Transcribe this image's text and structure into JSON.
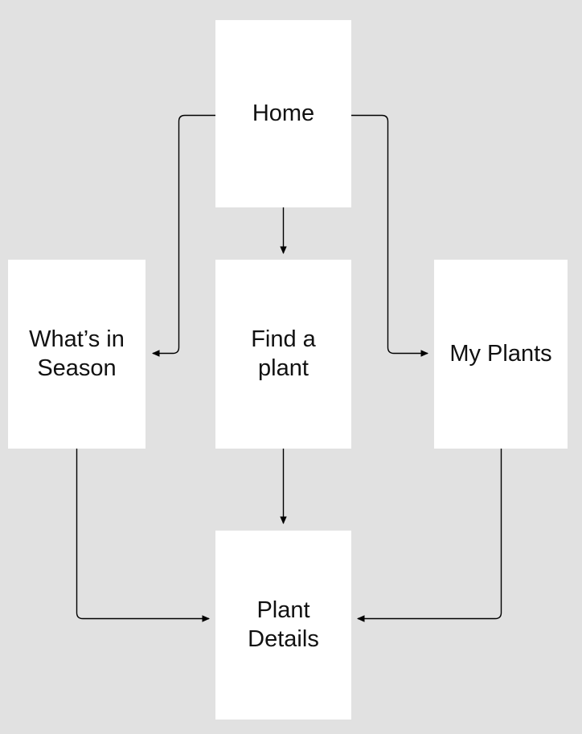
{
  "diagram": {
    "type": "flowchart",
    "background_color": "#e1e1e1",
    "node_fill_color": "#ffffff",
    "edge_color": "#000000",
    "text_color": "#111111",
    "nodes": [
      {
        "id": "home",
        "label": "Home"
      },
      {
        "id": "whats-in-season",
        "label": "What’s in Season"
      },
      {
        "id": "find-a-plant",
        "label": "Find a plant"
      },
      {
        "id": "my-plants",
        "label": "My Plants"
      },
      {
        "id": "plant-details",
        "label": "Plant Details"
      }
    ],
    "edges": [
      {
        "from": "Home",
        "to": "Find a plant"
      },
      {
        "from": "Home",
        "to": "What’s in Season"
      },
      {
        "from": "Home",
        "to": "My Plants"
      },
      {
        "from": "Find a plant",
        "to": "Plant Details"
      },
      {
        "from": "What’s in Season",
        "to": "Plant Details"
      },
      {
        "from": "My Plants",
        "to": "Plant Details"
      }
    ]
  }
}
